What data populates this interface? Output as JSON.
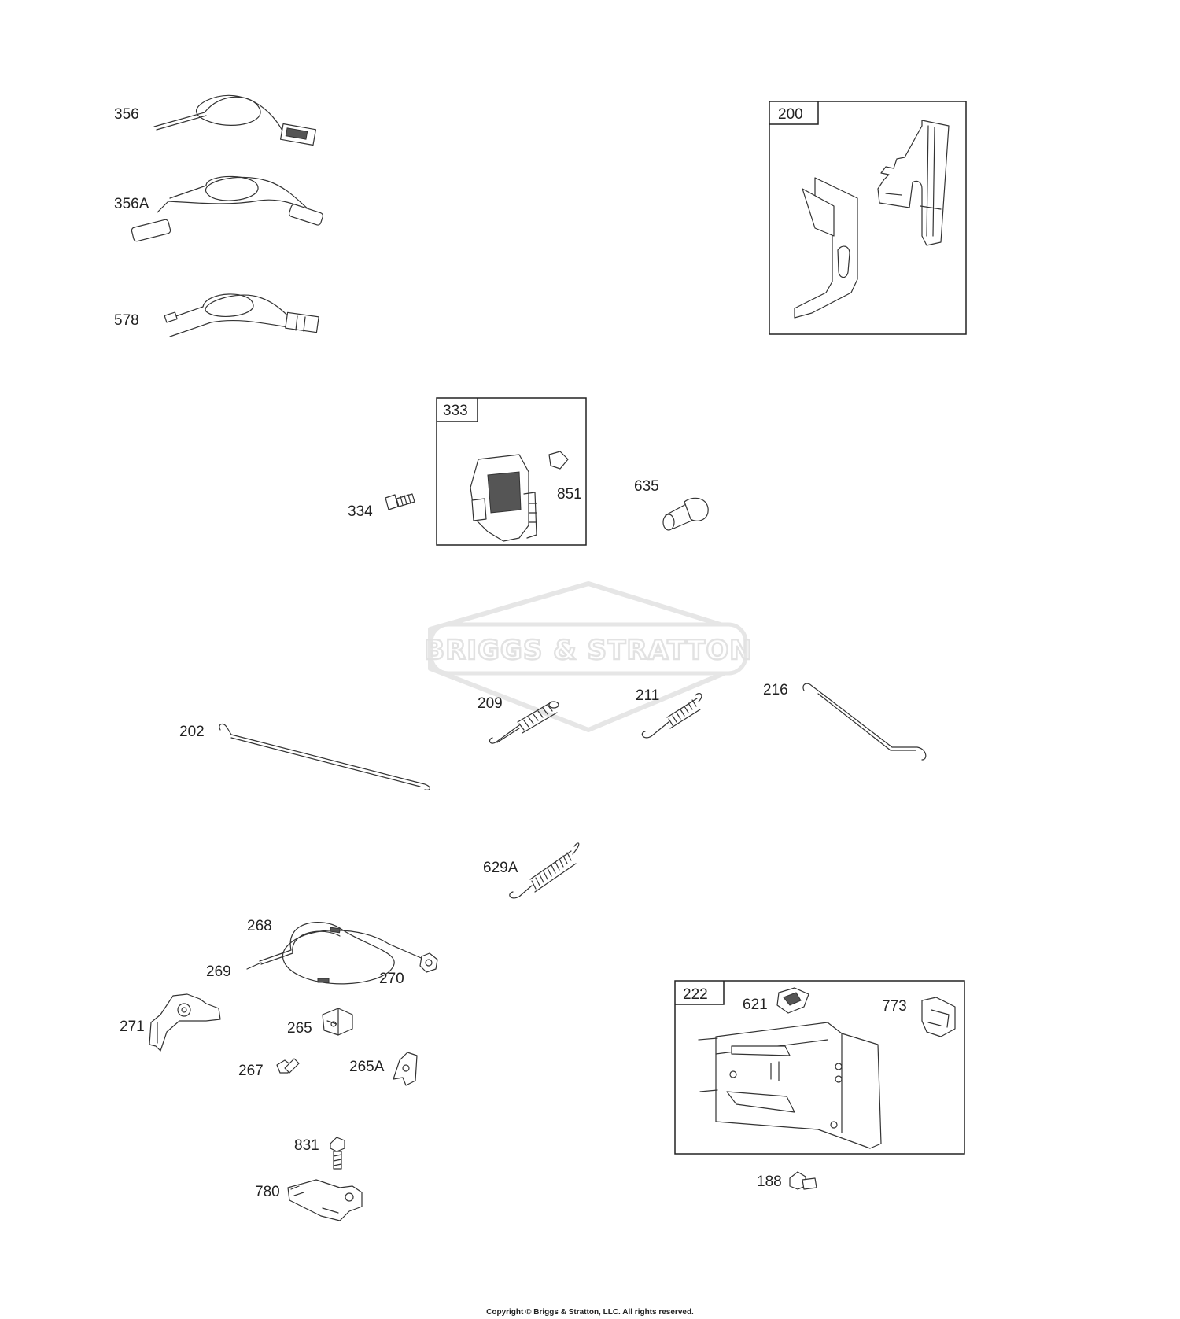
{
  "diagram": {
    "watermark": "BRIGGS & STRATTON",
    "copyright": "Copyright © Briggs & Stratton, LLC. All rights reserved.",
    "callouts": {
      "p356": "356",
      "p356A": "356A",
      "p578": "578",
      "p200": "200",
      "p333": "333",
      "p334": "334",
      "p851": "851",
      "p635": "635",
      "p202": "202",
      "p209": "209",
      "p211": "211",
      "p216": "216",
      "p629A": "629A",
      "p268": "268",
      "p269": "269",
      "p270": "270",
      "p271": "271",
      "p265": "265",
      "p267": "267",
      "p265A": "265A",
      "p831": "831",
      "p780": "780",
      "p222": "222",
      "p621": "621",
      "p773": "773",
      "p188": "188"
    }
  }
}
